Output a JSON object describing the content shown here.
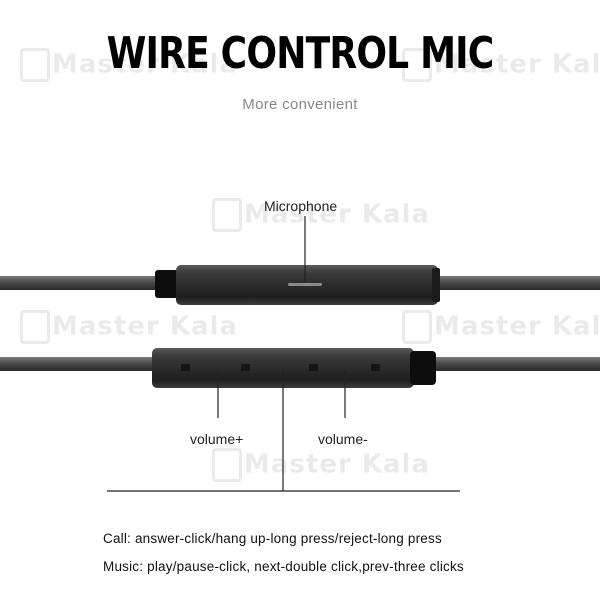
{
  "header": {
    "title": "WIRE CONTROL MIC",
    "subtitle": "More convenient"
  },
  "labels": {
    "microphone": "Microphone",
    "volume_up": "volume+",
    "volume_down": "volume-"
  },
  "instructions": {
    "call": "Call: answer-click/hang up-long press/reject-long press",
    "music": "Music: play/pause-click, next-double click,prev-three clicks"
  },
  "watermark": {
    "text": "Master Kala"
  },
  "colors": {
    "cable": "#4a4a4a",
    "body": "#2e2e2e",
    "tip": "#0d0d0d"
  }
}
